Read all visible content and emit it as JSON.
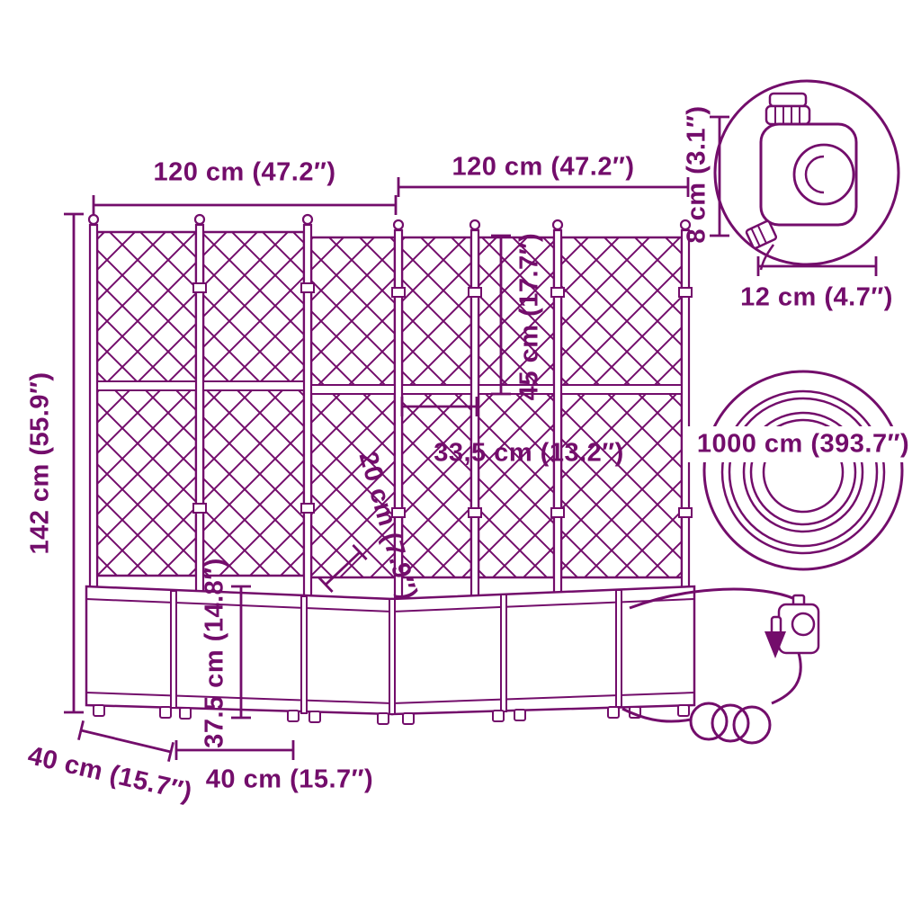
{
  "page": {
    "background": "#ffffff",
    "accent": "#730d6b"
  },
  "diagram": {
    "dimensions": {
      "top_left_width": "120 cm (47.2″)",
      "top_right_width": "120 cm (47.2″)",
      "total_height": "142 cm (55.9″)",
      "trellis_section_height": "45 cm (17.7″)",
      "panel_width": "33,5 cm (13.2″)",
      "inner_depth": "20 cm (7.9″)",
      "planter_height": "37.5 cm (14.8″)",
      "depth_left": "40 cm (15.7″)",
      "depth_bottom": "40 cm (15.7″)",
      "timer_height": "8 cm (3.1″)",
      "timer_width": "12 cm (4.7″)",
      "hose_length": "1000 cm (393.7″)"
    }
  }
}
